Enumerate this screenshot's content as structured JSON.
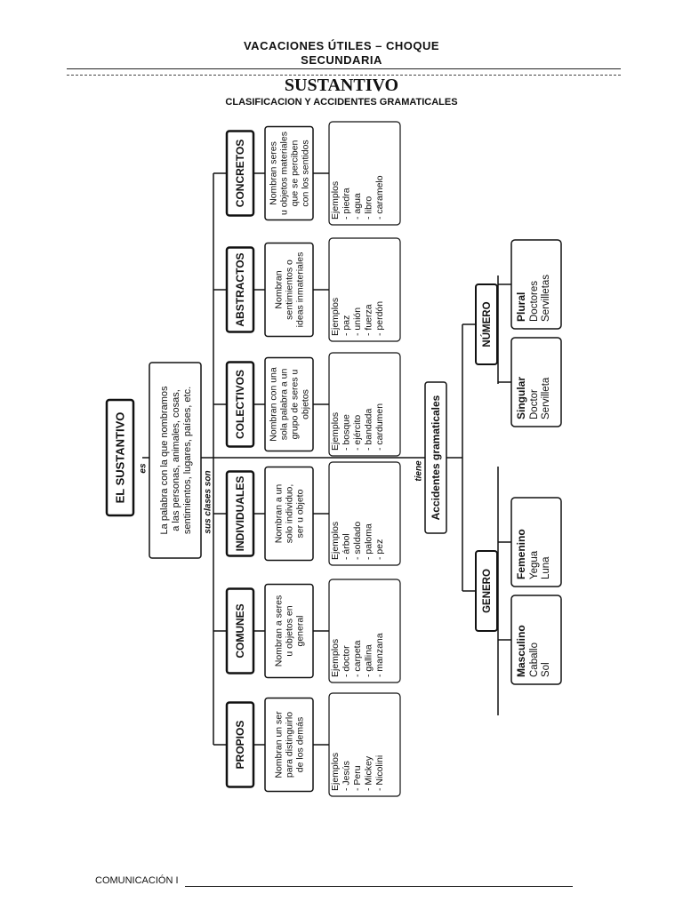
{
  "header": {
    "line1": "VACACIONES ÚTILES – CHOQUE",
    "line2": "SECUNDARIA",
    "title": "SUSTANTIVO",
    "subtitle": "CLASIFICACION Y ACCIDENTES GRAMATICALES"
  },
  "root": {
    "label": "EL SUSTANTIVO",
    "connector": "es",
    "definition": [
      "La palabra con la que nombramos",
      "a las personas, animales, cosas,",
      "sentimientos, lugares, países, etc."
    ],
    "classes_connector": "sus clases son",
    "accidents_connector": "tiene"
  },
  "classes": [
    {
      "name": "PROPIOS",
      "desc": [
        "Nombran un ser",
        "para distinguirlo",
        "de los demás"
      ],
      "examples": [
        "Ejemplos",
        "- Jesús",
        "- Peru",
        "- Mickey",
        "- Nicolini"
      ]
    },
    {
      "name": "COMUNES",
      "desc": [
        "Nombran a seres",
        "u objetos en",
        "general"
      ],
      "examples": [
        "Ejemplos",
        "- doctor",
        "- carpeta",
        "- gallina",
        "- manzana"
      ]
    },
    {
      "name": "INDIVIDUALES",
      "desc": [
        "Nombran a un",
        "solo individuo,",
        "ser u objeto"
      ],
      "examples": [
        "Ejemplos",
        "- árbol",
        "- soldado",
        "- paloma",
        "- pez"
      ]
    },
    {
      "name": "COLECTIVOS",
      "desc": [
        "Nombran con una",
        "sola palabra a un",
        "grupo de seres u",
        "objetos"
      ],
      "examples": [
        "Ejemplos",
        "- bosque",
        "- ejército",
        "- bandada",
        "- cardumen"
      ]
    },
    {
      "name": "ABSTRACTOS",
      "desc": [
        "Nombran",
        "sentimientos o",
        "ideas inmateriales"
      ],
      "examples": [
        "Ejemplos",
        "- paz",
        "- unión",
        "- fuerza",
        "- perdón"
      ]
    },
    {
      "name": "CONCRETOS",
      "desc": [
        "Nombran seres",
        "u objetos materiales",
        "que se perciben",
        "con los sentidos"
      ],
      "examples": [
        "Ejemplos",
        "- piedra",
        "- agua",
        "- libro",
        "- caramelo"
      ]
    }
  ],
  "accidents": {
    "label": "Accidentes gramaticales",
    "groups": [
      {
        "name": "GENERO",
        "items": [
          {
            "bold": "Masculino",
            "lines": [
              "Caballo",
              "Sol"
            ]
          },
          {
            "bold": "Femenino",
            "lines": [
              "Yegua",
              "Luna"
            ]
          }
        ]
      },
      {
        "name": "NÚMERO",
        "items": [
          {
            "bold": "Singular",
            "lines": [
              "Doctor",
              "Servilleta"
            ]
          },
          {
            "bold": "Plural",
            "lines": [
              "Doctores",
              "Servilletas"
            ]
          }
        ]
      }
    ]
  },
  "footer": {
    "label": "COMUNICACIÓN I"
  }
}
